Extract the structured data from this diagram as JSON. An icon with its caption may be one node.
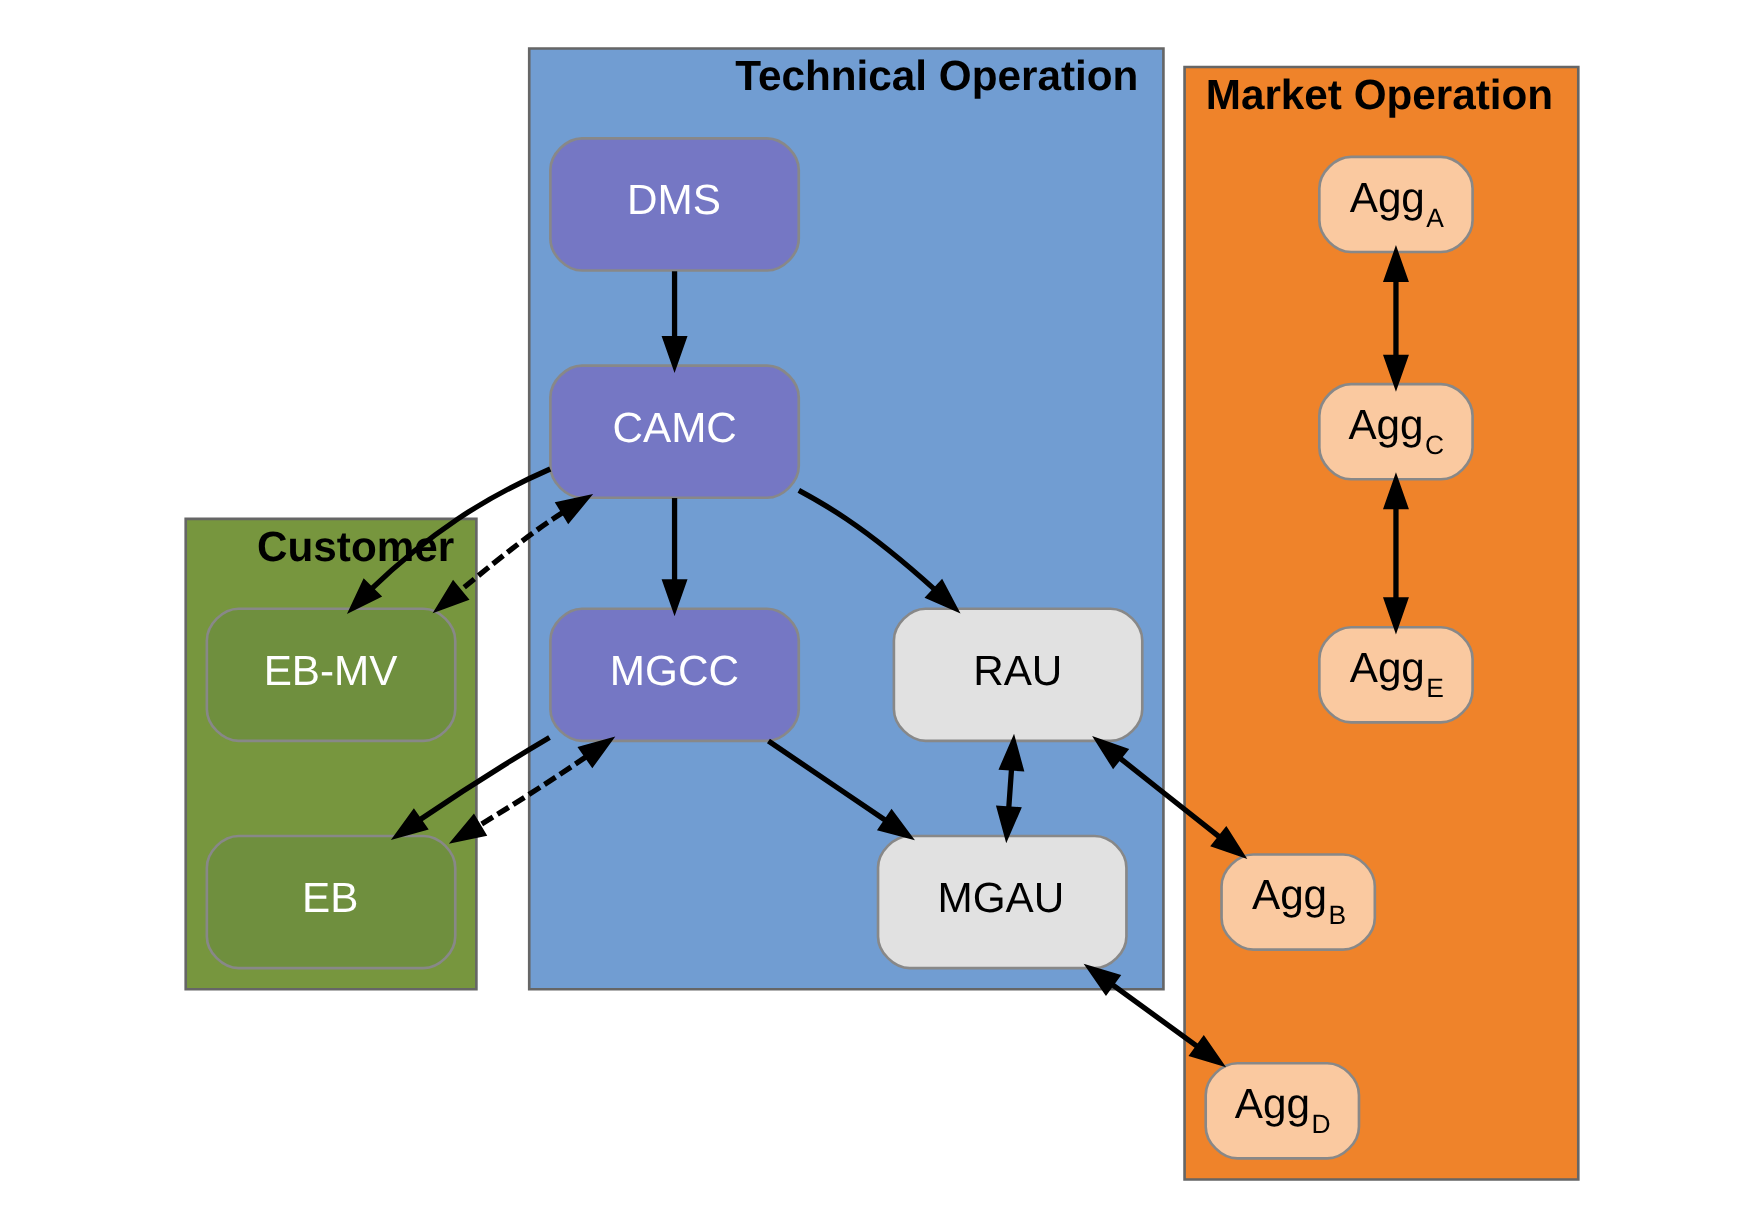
{
  "diagram": {
    "nodes": [
      {
        "text": [
          "Technical Operation"
        ]
      },
      {
        "text": [
          "DMS"
        ],
        "in": 0
      },
      {
        "text": [
          "CAMC"
        ],
        "in": 0
      },
      {
        "text": [
          "MGCC"
        ],
        "in": 0
      },
      {
        "text": [
          "RAU"
        ],
        "in": 0
      },
      {
        "text": [
          "MGAU"
        ],
        "in": 0
      },
      {
        "text": [
          "Market Operation"
        ]
      },
      {
        "text": [
          "Agg$_{A}$"
        ],
        "in": 6
      },
      {
        "text": [
          "Agg$_{B}$"
        ],
        "in": 6
      },
      {
        "text": [
          "Agg$_{C}$"
        ],
        "in": 6
      },
      {
        "text": [
          "Agg$_{D}$"
        ],
        "in": 6
      },
      {
        "text": [
          "Agg$_{E}$"
        ],
        "in": 6
      },
      {
        "text": [
          "Customer"
        ]
      },
      {
        "text": [
          "EB-MV"
        ],
        "in": 12
      },
      {
        "text": [
          "EB"
        ],
        "in": 12
      }
    ],
    "edges": [
      {
        "from": 1,
        "to": 2,
        "arrow": "to"
      },
      {
        "from": 2,
        "to": 4,
        "arrow": "to"
      },
      {
        "from": 2,
        "to": 3,
        "arrow": "to"
      },
      {
        "from": 3,
        "to": 5,
        "arrow": "to"
      },
      {
        "from": 4,
        "to": 5,
        "arrow": "both"
      },
      {
        "from": 4,
        "to": 8,
        "arrow": "both"
      },
      {
        "from": 5,
        "to": 10,
        "arrow": "both"
      },
      {
        "from": 7,
        "to": 9,
        "arrow": "both"
      },
      {
        "from": 9,
        "to": 11,
        "arrow": "both"
      },
      {
        "from": 2,
        "to": 13,
        "arrow": "to"
      },
      {
        "from": 2,
        "to": 13,
        "arrow": "both",
        "style": "dashed"
      },
      {
        "from": 3,
        "to": 14,
        "arrow": "to"
      },
      {
        "from": 3,
        "to": 14,
        "arrow": "both",
        "style": "dashed"
      }
    ]
  }
}
